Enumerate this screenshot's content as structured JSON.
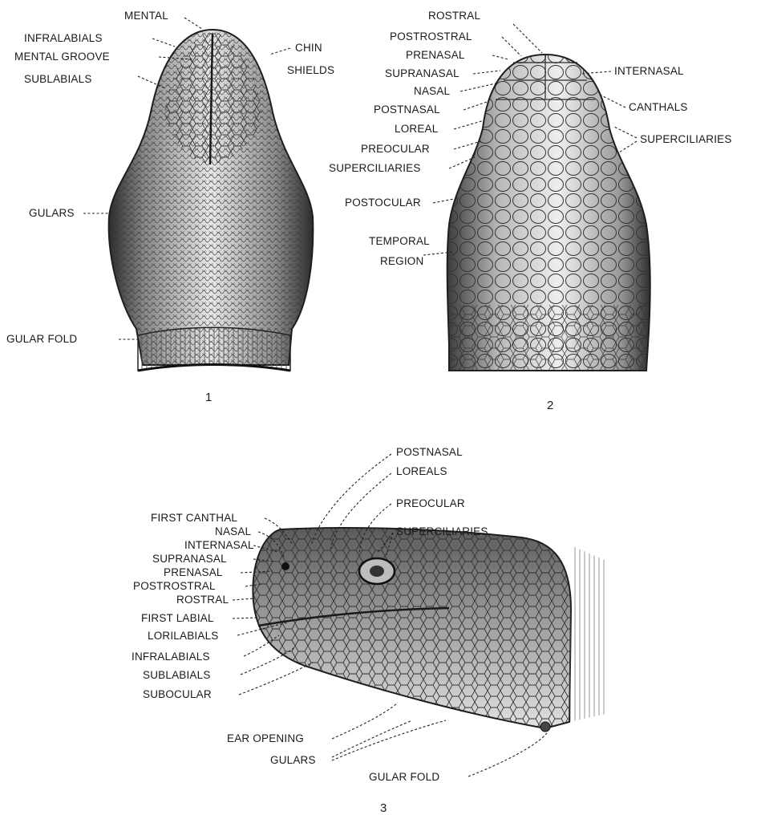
{
  "figure_numbers": {
    "fig1": "1",
    "fig2": "2",
    "fig3": "3"
  },
  "figure1_labels": {
    "mental": "MENTAL",
    "infralabials": "INFRALABIALS",
    "mental_groove": "MENTAL GROOVE",
    "sublabials": "SUBLABIALS",
    "chin": "CHIN",
    "shields": "SHIELDS",
    "gulars": "GULARS",
    "gular_fold": "GULAR FOLD"
  },
  "figure2_labels": {
    "rostral": "ROSTRAL",
    "postrostral": "POSTROSTRAL",
    "prenasal": "PRENASAL",
    "supranasal": "SUPRANASAL",
    "nasal": "NASAL",
    "postnasal": "POSTNASAL",
    "loreal": "LOREAL",
    "preocular": "PREOCULAR",
    "superciliaries_left": "SUPERCILIARIES",
    "postocular": "POSTOCULAR",
    "temporal": "TEMPORAL",
    "region": "REGION",
    "internasal": "INTERNASAL",
    "canthals": "CANTHALS",
    "superciliaries_right": "SUPERCILIARIES"
  },
  "figure3_labels": {
    "postnasal": "POSTNASAL",
    "loreals": "LOREALS",
    "preocular": "PREOCULAR",
    "superciliaries": "SUPERCILIARIES",
    "first_canthal": "FIRST CANTHAL",
    "nasal": "NASAL",
    "internasal": "INTERNASAL",
    "supranasal": "SUPRANASAL",
    "prenasal": "PRENASAL",
    "postrostral": "POSTROSTRAL",
    "rostral": "ROSTRAL",
    "first_labial": "FIRST LABIAL",
    "lorilabials": "LORILABIALS",
    "infralabials": "INFRALABIALS",
    "sublabials": "SUBLABIALS",
    "subocular": "SUBOCULAR",
    "ear_opening": "EAR OPENING",
    "gulars": "GULARS",
    "gular_fold": "GULAR FOLD"
  }
}
